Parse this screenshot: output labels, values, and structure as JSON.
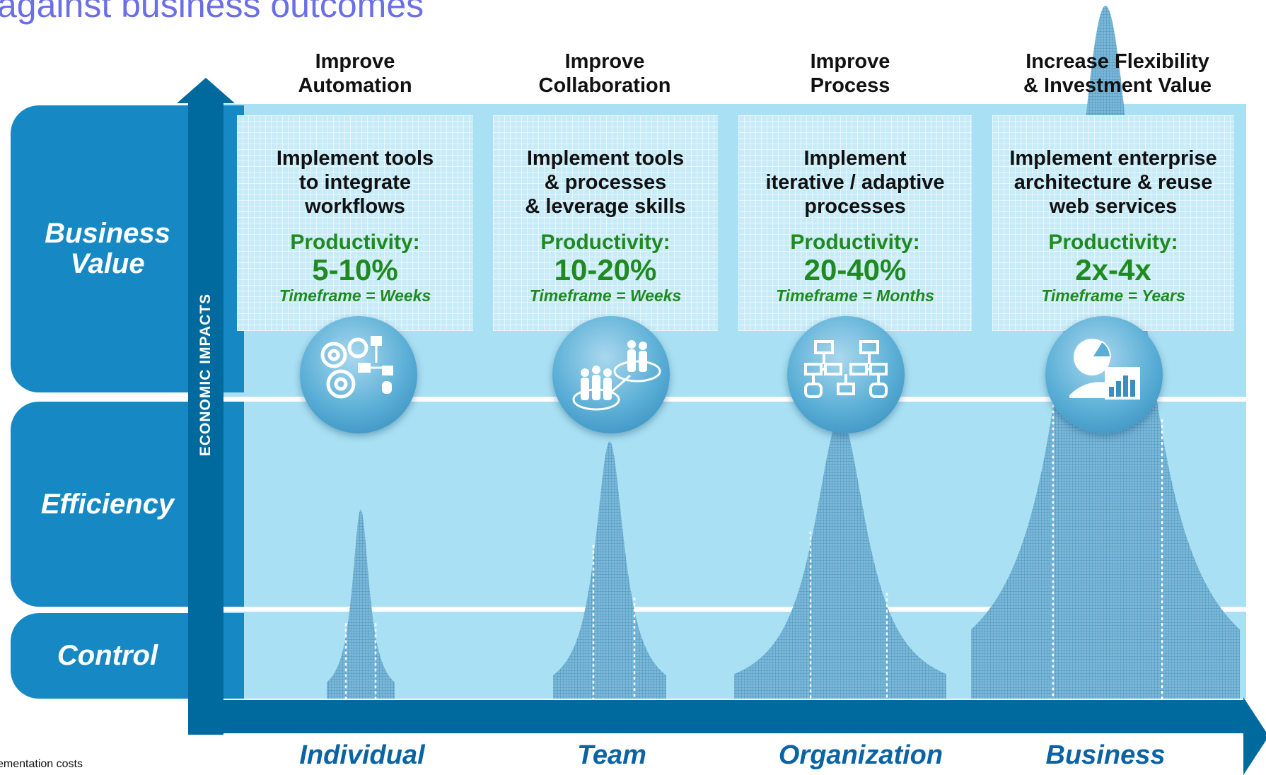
{
  "title": "against business outcomes",
  "y_axis_label": "ECONOMIC IMPACTS",
  "tiers": [
    {
      "line1": "Business",
      "line2": "Value"
    },
    {
      "line1": "Efficiency",
      "line2": ""
    },
    {
      "line1": "Control",
      "line2": ""
    }
  ],
  "columns": [
    {
      "head1": "Improve",
      "head2": "Automation",
      "desc1": "Implement tools",
      "desc2": "to integrate",
      "desc3": "workflows",
      "productivity_label": "Productivity:",
      "productivity": "5-10%",
      "timeframe": "Timeframe = Weeks",
      "icon": "gears-workflow-icon",
      "x_label": "Individual"
    },
    {
      "head1": "Improve",
      "head2": "Collaboration",
      "desc1": "Implement tools",
      "desc2": "& processes",
      "desc3": "& leverage skills",
      "productivity_label": "Productivity:",
      "productivity": "10-20%",
      "timeframe": "Timeframe = Weeks",
      "icon": "people-group-icon",
      "x_label": "Team"
    },
    {
      "head1": "Improve",
      "head2": "Process",
      "desc1": "Implement",
      "desc2": "iterative / adaptive",
      "desc3": "processes",
      "productivity_label": "Productivity:",
      "productivity": "20-40%",
      "timeframe": "Timeframe = Months",
      "icon": "process-flow-icon",
      "x_label": "Organization"
    },
    {
      "head1": "Increase Flexibility",
      "head2": "& Investment Value",
      "desc1": "Implement enterprise",
      "desc2": "architecture & reuse",
      "desc3": "web services",
      "productivity_label": "Productivity:",
      "productivity": "2x-4x",
      "timeframe": "Timeframe = Years",
      "icon": "pie-bar-chart-icon",
      "x_label": "Business"
    }
  ],
  "footnote": "ementation costs",
  "colors": {
    "axis": "#006a9e",
    "tier": "#1689c4",
    "band": "#a9e0f3",
    "green": "#1f8a1f",
    "title": "#6a6fe6",
    "xlabel": "#0a64a4"
  }
}
